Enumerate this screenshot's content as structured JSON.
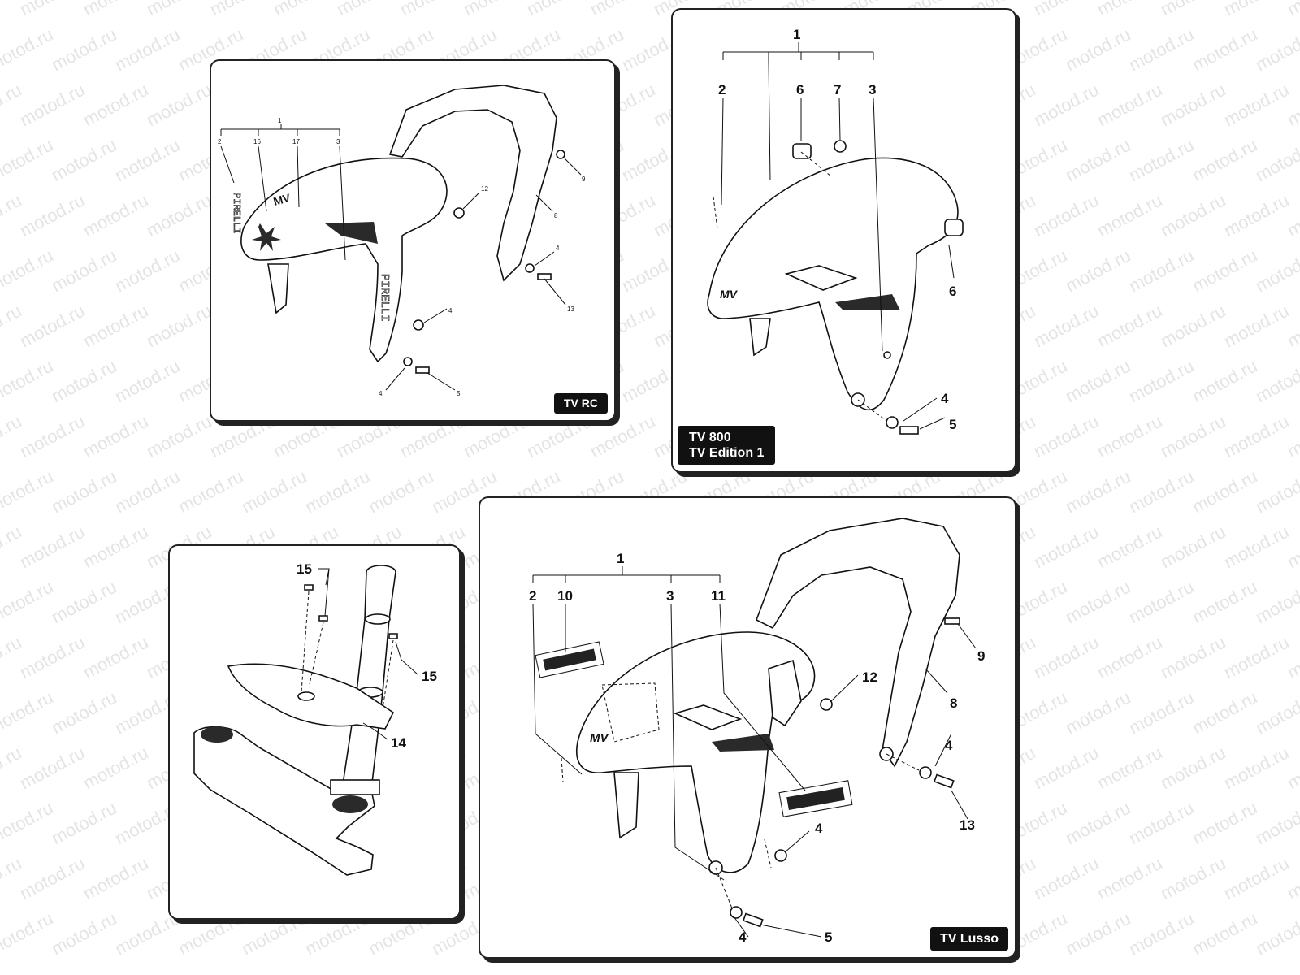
{
  "watermark": "motod.ru",
  "panels": {
    "tv_rc": {
      "badge": "TV RC",
      "labels": {
        "l1": "1",
        "l2": "2",
        "l16": "16",
        "l17": "17",
        "l3": "3",
        "l12": "12",
        "l9": "9",
        "l8": "8",
        "l4a": "4",
        "l13": "13",
        "l4b": "4",
        "l4c": "4",
        "l5": "5"
      }
    },
    "tv800": {
      "badge_line1": "TV 800",
      "badge_line2": "TV Edition 1",
      "labels": {
        "l1": "1",
        "l2": "2",
        "l6a": "6",
        "l7": "7",
        "l3": "3",
        "l6b": "6",
        "l4": "4",
        "l5": "5"
      }
    },
    "steering": {
      "labels": {
        "l15a": "15",
        "l15b": "15",
        "l14": "14"
      }
    },
    "tv_lusso": {
      "badge": "TV Lusso",
      "labels": {
        "l1": "1",
        "l2": "2",
        "l10": "10",
        "l3": "3",
        "l11": "11",
        "l12": "12",
        "l9": "9",
        "l8": "8",
        "l4a": "4",
        "l13": "13",
        "l4b": "4",
        "l4c": "4",
        "l5": "5"
      }
    }
  }
}
